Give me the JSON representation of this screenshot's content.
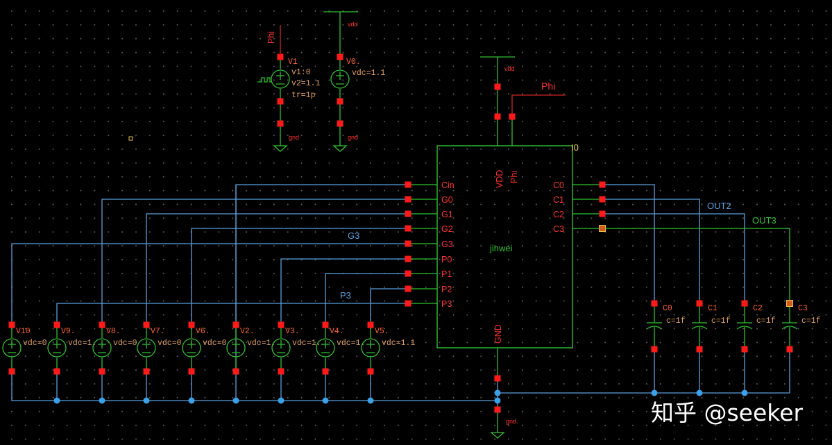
{
  "block": {
    "instance": "I0",
    "name": "jinwei",
    "pins_left": [
      "Cin",
      "G0",
      "G1",
      "G2",
      "G3",
      "P0",
      "P1",
      "P2",
      "P3"
    ],
    "pins_right": [
      "C0",
      "C1",
      "C2",
      "C3"
    ],
    "pin_vdd": "VDD",
    "pin_phi": "Phi",
    "pin_gnd": "GND"
  },
  "nets": {
    "phi": "Phi",
    "vdd": "vdd",
    "gnd": "gnd",
    "gnd_dot": "gnd.",
    "g3": "G3",
    "p3": "P3",
    "out2": "OUT2",
    "out3": "OUT3"
  },
  "top_sources": [
    {
      "name": "V1",
      "params": [
        "v1:0",
        "v2=1.1",
        "tr=1p"
      ]
    },
    {
      "name": "V0.",
      "params": [
        "vdc=1.1"
      ]
    }
  ],
  "bottom_sources": [
    {
      "name": "V10",
      "param": "vdc=0"
    },
    {
      "name": "V9.",
      "param": "vdc=1."
    },
    {
      "name": "V8.",
      "param": "vdc=0"
    },
    {
      "name": "V7.",
      "param": "vdc=0"
    },
    {
      "name": "V6.",
      "param": "vdc=0"
    },
    {
      "name": "V2.",
      "param": "vdc=1."
    },
    {
      "name": "V3.",
      "param": "vdc=1."
    },
    {
      "name": "V4.",
      "param": "vdc=1."
    },
    {
      "name": "V5.",
      "param": "vdc=1.1"
    }
  ],
  "capacitors": [
    {
      "name": "C0",
      "param": "c=1f"
    },
    {
      "name": "C1",
      "param": "c=1f"
    },
    {
      "name": "C2",
      "param": "c=1f"
    },
    {
      "name": "C3",
      "param": "c=1f"
    }
  ],
  "watermark": "知乎 @seeker",
  "colors": {
    "wire": "#5aa0dc",
    "component": "#2fc22f",
    "pin": "#ff1a1a",
    "net_label": "#d02525",
    "param": "#e0a060"
  }
}
